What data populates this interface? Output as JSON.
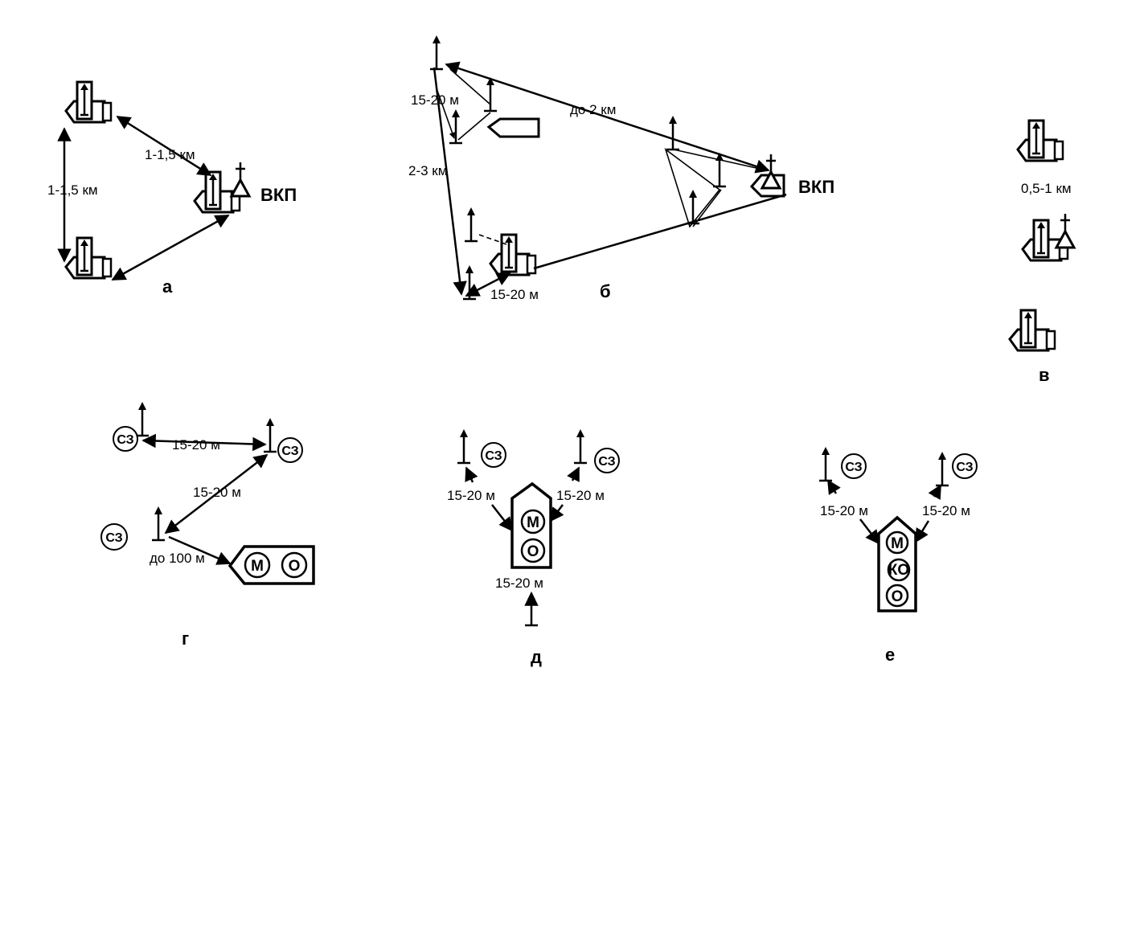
{
  "diagram": {
    "a": {
      "letter": "а",
      "dist_left": "1-1,5 км",
      "dist_top": "1-1,5 км",
      "vkp_label": "ВКП"
    },
    "b": {
      "letter": "б",
      "dist_top_left": "15-20 м",
      "dist_left": "2-3 км",
      "dist_top": "до 2 км",
      "dist_bottom": "15-20 м",
      "vkp_label": "ВКП"
    },
    "v": {
      "letter": "в",
      "dist": "0,5-1 км"
    },
    "g": {
      "letter": "г",
      "dist_top": "15-20 м",
      "dist_mid": "15-20 м",
      "dist_bottom": "до 100 м",
      "sz": "СЗ",
      "m": "М",
      "o": "О"
    },
    "d": {
      "letter": "д",
      "dist_left": "15-20 м",
      "dist_right": "15-20 м",
      "dist_bottom": "15-20 м",
      "sz": "СЗ",
      "m": "М",
      "o": "О"
    },
    "e": {
      "letter": "е",
      "dist_left": "15-20 м",
      "dist_right": "15-20 м",
      "sz": "СЗ",
      "m": "М",
      "ko": "КО",
      "o": "О"
    }
  }
}
